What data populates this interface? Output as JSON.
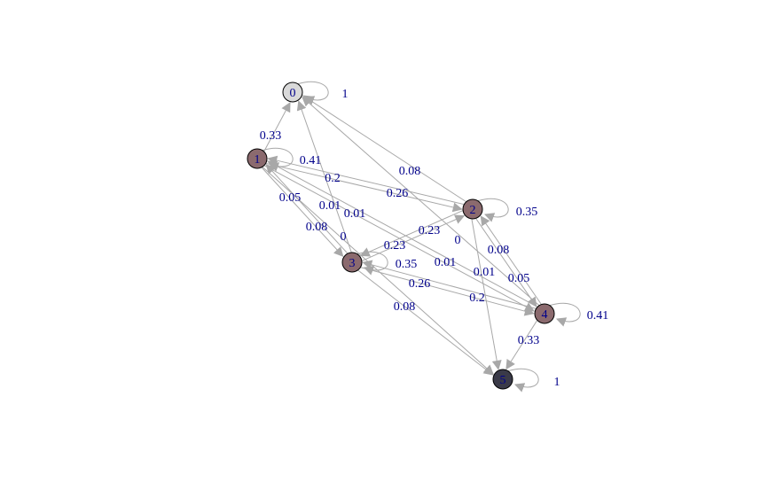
{
  "graph": {
    "nodes": [
      {
        "id": "0",
        "label": "0",
        "color": "#d9d9d9"
      },
      {
        "id": "1",
        "label": "1",
        "color": "#8b6a6e"
      },
      {
        "id": "2",
        "label": "2",
        "color": "#8b6a6e"
      },
      {
        "id": "3",
        "label": "3",
        "color": "#8b6a6e"
      },
      {
        "id": "4",
        "label": "4",
        "color": "#8b6a6e"
      },
      {
        "id": "5",
        "label": "5",
        "color": "#3a3a48"
      }
    ],
    "edges": [
      {
        "from": "0",
        "to": "0",
        "label": "1"
      },
      {
        "from": "1",
        "to": "0",
        "label": "0.33"
      },
      {
        "from": "1",
        "to": "1",
        "label": "0.41"
      },
      {
        "from": "1",
        "to": "2",
        "label": "0.2"
      },
      {
        "from": "1",
        "to": "3",
        "label": "0.05"
      },
      {
        "from": "1",
        "to": "4",
        "label": "0.01"
      },
      {
        "from": "1",
        "to": "5",
        "label": "0"
      },
      {
        "from": "2",
        "to": "0",
        "label": "0.08"
      },
      {
        "from": "2",
        "to": "1",
        "label": "0.26"
      },
      {
        "from": "2",
        "to": "2",
        "label": "0.35"
      },
      {
        "from": "2",
        "to": "3",
        "label": "0.23"
      },
      {
        "from": "2",
        "to": "4",
        "label": "0.08"
      },
      {
        "from": "2",
        "to": "5",
        "label": "0.01"
      },
      {
        "from": "3",
        "to": "0",
        "label": "0.01"
      },
      {
        "from": "3",
        "to": "1",
        "label": "0.08"
      },
      {
        "from": "3",
        "to": "2",
        "label": "0.23"
      },
      {
        "from": "3",
        "to": "3",
        "label": "0.35"
      },
      {
        "from": "3",
        "to": "4",
        "label": "0.2"
      },
      {
        "from": "3",
        "to": "5",
        "label": "0.08"
      },
      {
        "from": "4",
        "to": "0",
        "label": "0"
      },
      {
        "from": "4",
        "to": "1",
        "label": "0.01"
      },
      {
        "from": "4",
        "to": "2",
        "label": "0.05"
      },
      {
        "from": "4",
        "to": "3",
        "label": "0.26"
      },
      {
        "from": "4",
        "to": "4",
        "label": "0.41"
      },
      {
        "from": "4",
        "to": "5",
        "label": "0.33"
      },
      {
        "from": "5",
        "to": "5",
        "label": "1"
      }
    ]
  }
}
